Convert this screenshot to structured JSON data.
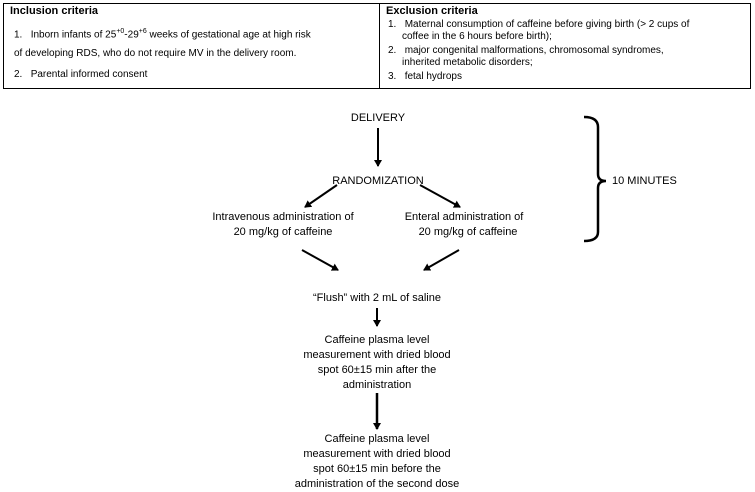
{
  "criteria": {
    "inclusion_title": "Inclusion criteria",
    "inclusion_items": [
      {
        "num": "1.",
        "line1_pre": "Inborn infants of 25",
        "sup1": "+0",
        "mid": "-29",
        "sup2": "+6",
        "line1_post": " weeks of gestational age at high risk",
        "line2": "of developing RDS, who do not require MV in the delivery room."
      },
      {
        "num": "2.",
        "text": "Parental informed consent"
      }
    ],
    "exclusion_title": "Exclusion criteria",
    "exclusion_items": [
      {
        "num": "1.",
        "line1": "Maternal consumption of caffeine before giving birth (> 2 cups of",
        "line2": "coffee in the 6 hours before birth);"
      },
      {
        "num": "2.",
        "line1": "major congenital malformations, chromosomal syndromes,",
        "line2": "inherited metabolic disorders;"
      },
      {
        "num": "3.",
        "line1": "fetal hydrops"
      }
    ]
  },
  "flow": {
    "delivery": "DELIVERY",
    "randomization": "RANDOMIZATION",
    "iv_line1": "Intravenous administration of",
    "iv_line2": "20 mg/kg of caffeine",
    "enteral_line1": "Enteral administration of",
    "enteral_line2": "20 mg/kg of caffeine",
    "flush": "“Flush” with 2 mL of saline",
    "measure_after": [
      "Caffeine plasma level",
      "measurement with dried blood",
      "spot 60±15 min after the",
      "administration"
    ],
    "measure_before": [
      "Caffeine plasma level",
      "measurement with dried blood",
      "spot 60±15 min before the",
      "administration of the second dose"
    ],
    "time_label": "10 MINUTES"
  }
}
